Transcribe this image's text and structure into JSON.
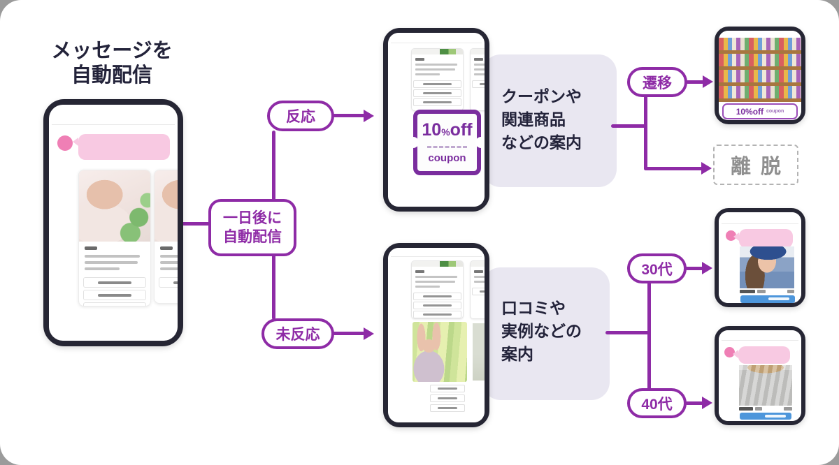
{
  "diagram_title": {
    "line1": "メッセージを",
    "line2": "自動配信"
  },
  "trigger_node": {
    "line1": "一日後に",
    "line2": "自動配信"
  },
  "branches": {
    "responded": "反応",
    "not_responded": "未反応"
  },
  "coupon_flow": {
    "info_box": {
      "line1": "クーポンや",
      "line2": "関連商品",
      "line3": "などの案内"
    },
    "coupon_card": {
      "amount": "10",
      "percent": "%",
      "off": "off",
      "caption": "coupon"
    },
    "store_banner": {
      "discount": "10%off",
      "caption": "coupon"
    },
    "transition_label": "遷移",
    "exit_label": "離脱"
  },
  "review_flow": {
    "info_box": {
      "line1": "口コミや",
      "line2": "実例などの",
      "line3": "案内"
    },
    "age_30_label": "30代",
    "age_40_label": "40代"
  },
  "colors": {
    "accent": "#8E2BA6",
    "coupon_purple": "#7A2D9E",
    "pink_bubble": "#F8C9E2",
    "pink_avatar": "#EF7FB5",
    "info_box_bg": "#E9E7F1",
    "dark_text": "#23233A",
    "exit_gray": "#8F8F8F",
    "blue_button": "#4D96DB"
  }
}
